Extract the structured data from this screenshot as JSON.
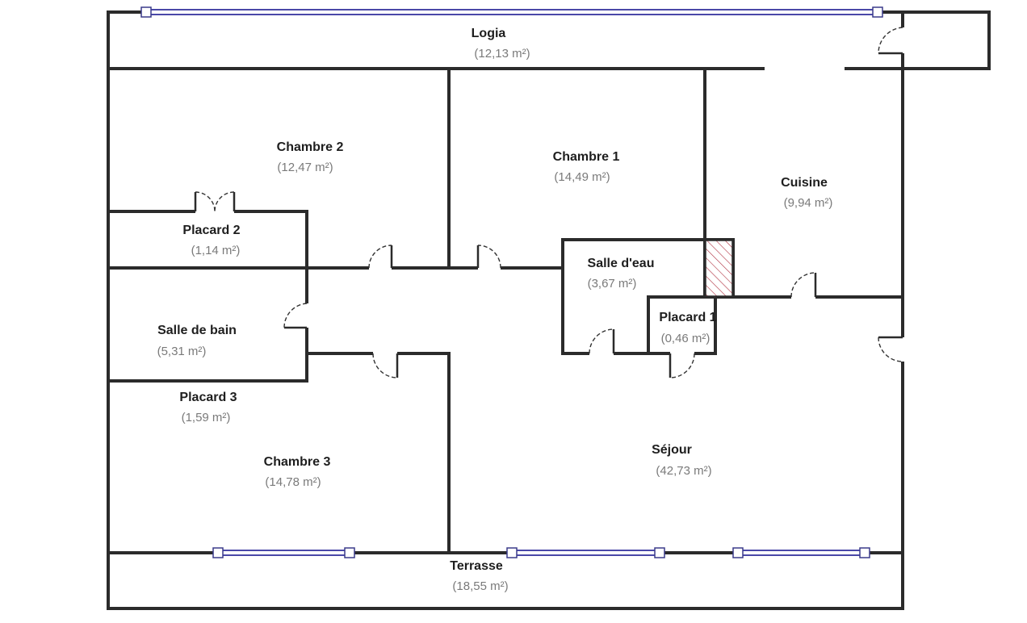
{
  "plan": {
    "rooms": [
      {
        "id": "logia",
        "name": "Logia",
        "area": "(12,13 m²)"
      },
      {
        "id": "chambre-2",
        "name": "Chambre 2",
        "area": "(12,47 m²)"
      },
      {
        "id": "chambre-1",
        "name": "Chambre 1",
        "area": "(14,49 m²)"
      },
      {
        "id": "cuisine",
        "name": "Cuisine",
        "area": "(9,94 m²)"
      },
      {
        "id": "placard-2",
        "name": "Placard 2",
        "area": "(1,14 m²)"
      },
      {
        "id": "salle-d-eau",
        "name": "Salle d'eau",
        "area": "(3,67 m²)"
      },
      {
        "id": "placard-1",
        "name": "Placard 1",
        "area": "(0,46 m²)"
      },
      {
        "id": "salle-de-bain",
        "name": "Salle de bain",
        "area": "(5,31 m²)"
      },
      {
        "id": "placard-3",
        "name": "Placard 3",
        "area": "(1,59 m²)"
      },
      {
        "id": "chambre-3",
        "name": "Chambre 3",
        "area": "(14,78 m²)"
      },
      {
        "id": "sejour",
        "name": "Séjour",
        "area": "(42,73 m²)"
      },
      {
        "id": "terrasse",
        "name": "Terrasse",
        "area": "(18,55 m²)"
      }
    ],
    "colors": {
      "wall": "#2b2b2b",
      "window": "#4a48a8",
      "area_text": "#7a7a7a",
      "hatch": "#b03040"
    }
  }
}
